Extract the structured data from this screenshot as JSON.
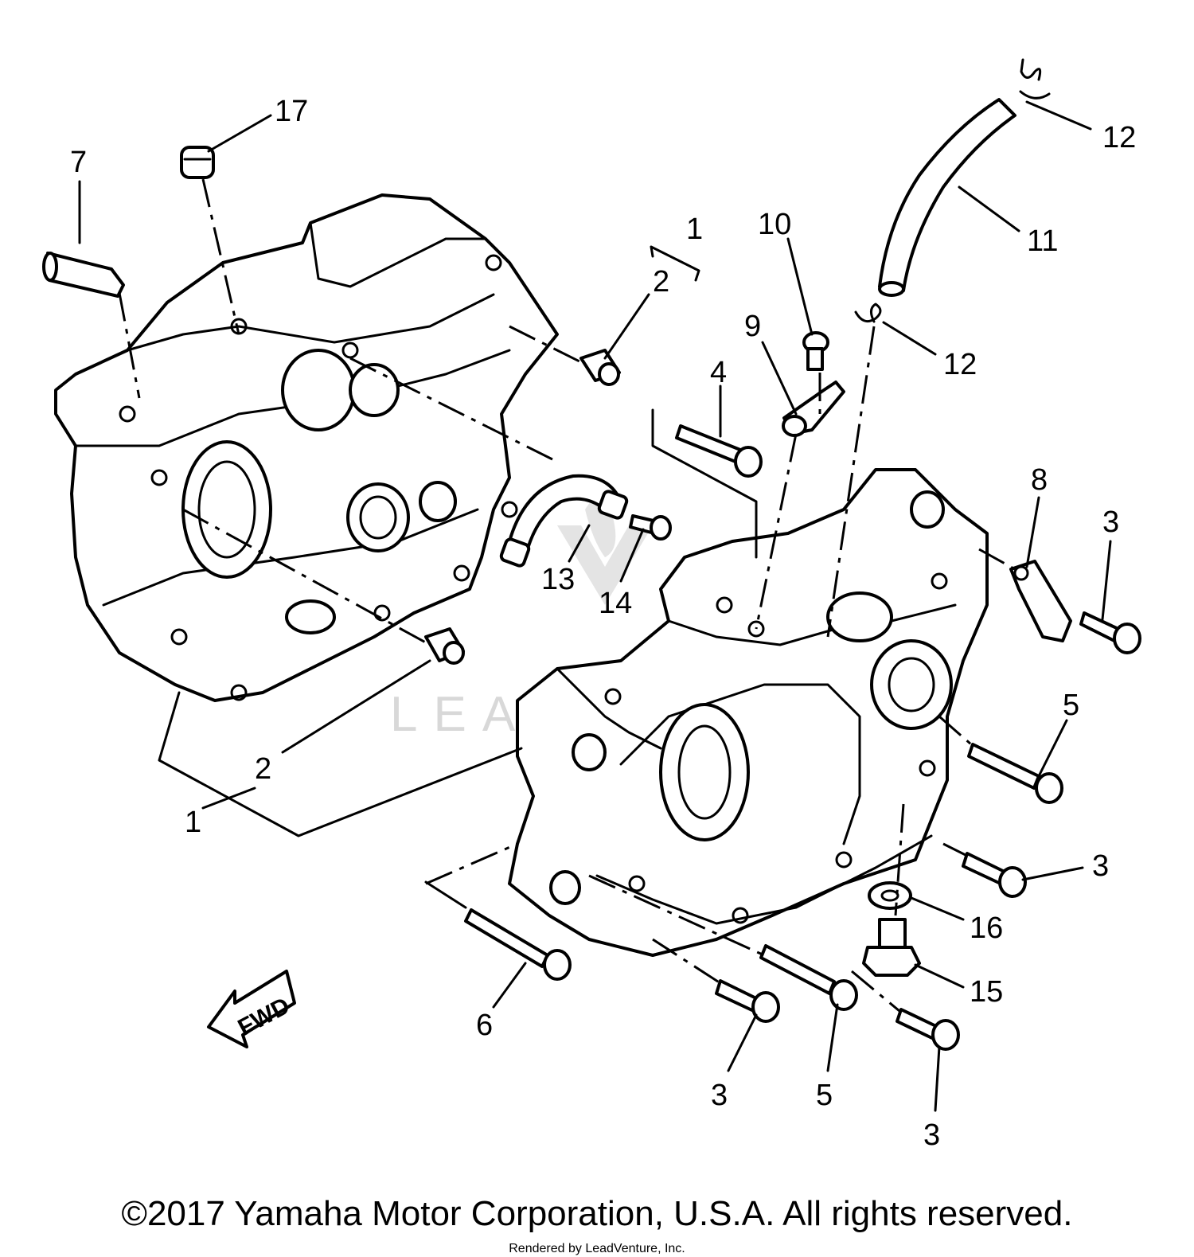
{
  "watermark": "LEADVENTURE",
  "copyright": "©2017 Yamaha Motor Corporation, U.S.A. All rights reserved.",
  "rendered_by": "Rendered by LeadVenture, Inc.",
  "fwd_label": "FWD",
  "callouts": [
    "17",
    "7",
    "1",
    "2",
    "10",
    "9",
    "4",
    "12",
    "11",
    "12",
    "8",
    "3",
    "13",
    "14",
    "5",
    "2",
    "1",
    "3",
    "16",
    "15",
    "6",
    "3",
    "5",
    "3"
  ]
}
